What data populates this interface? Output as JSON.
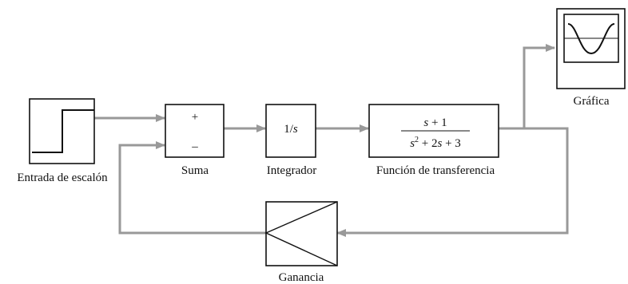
{
  "blocks": {
    "step": {
      "label": "Entrada de escalón"
    },
    "sum": {
      "label": "Suma",
      "plus_sign": "+",
      "minus_sign": "–"
    },
    "integrator": {
      "label": "Integrador",
      "expr_num": "1/",
      "expr_var": "s"
    },
    "transfer": {
      "label": "Función de transferencia",
      "num_var": "s",
      "num_rest": " + 1",
      "den_s1": "s",
      "den_exp": "2",
      "den_mid": " + 2",
      "den_s2": "s",
      "den_rest": " + 3"
    },
    "scope": {
      "label": "Gráfica"
    },
    "gain": {
      "label": "Ganancia"
    }
  },
  "colors": {
    "wire": "#999999",
    "stroke": "#111111",
    "background": "#ffffff"
  },
  "icons": {
    "step_block": "step-signal-icon",
    "scope_block": "sine-wave-icon",
    "gain_block": "triangle-gain-icon"
  }
}
